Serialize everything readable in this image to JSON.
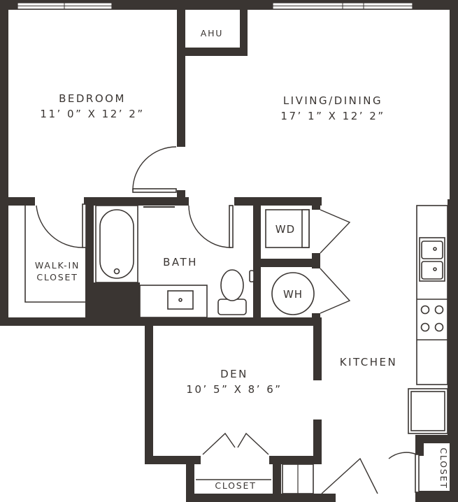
{
  "rooms": {
    "bedroom": {
      "name": "BEDROOM",
      "dims": "11’ 0” X 12’ 2”"
    },
    "living": {
      "name": "LIVING/DINING",
      "dims": "17’ 1” X 12’ 2”"
    },
    "den": {
      "name": "DEN",
      "dims": "10’ 5” X 8’ 6”"
    },
    "bath": {
      "name": "BATH"
    },
    "kitchen": {
      "name": "KITCHEN"
    },
    "walkin_closet": {
      "line1": "WALK-IN",
      "line2": "CLOSET"
    },
    "ahu": {
      "name": "AHU"
    },
    "den_closet": {
      "name": "CLOSET"
    },
    "entry_closet": {
      "name": "CLOSET"
    }
  },
  "appliances": {
    "washer_dryer": "WD",
    "water_heater": "WH"
  },
  "colors": {
    "wall": "#3a3532",
    "background": "#ffffff"
  }
}
